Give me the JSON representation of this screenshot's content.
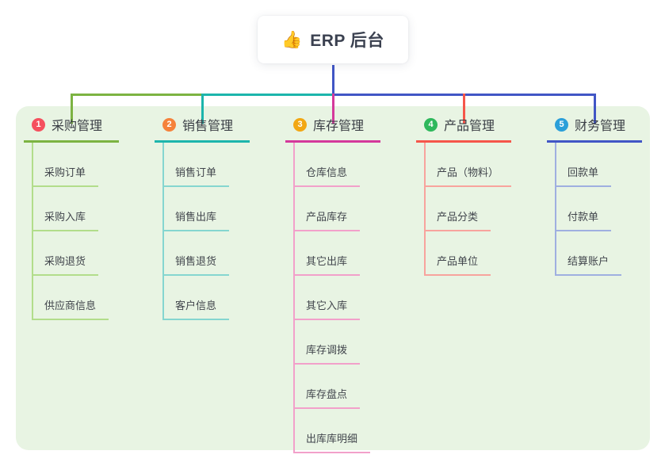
{
  "root": {
    "emoji": "👍",
    "icon": "thumbs-up-icon",
    "title": "ERP 后台"
  },
  "connector_colors": {
    "root_drop": "#4156c5",
    "bus_left": "#7cb342",
    "bus_mid": "#1cb5ac",
    "bus_right": "#4156c5"
  },
  "branches": [
    {
      "badge": "1",
      "title": "采购管理",
      "badge_color": "#f5505e",
      "line_color": "#7cb342",
      "child_line_color": "#b2dd8b",
      "children": [
        "采购订单",
        "采购入库",
        "采购退货",
        "供应商信息"
      ]
    },
    {
      "badge": "2",
      "title": "销售管理",
      "badge_color": "#f5823b",
      "line_color": "#1cb5ac",
      "child_line_color": "#85d6d0",
      "children": [
        "销售订单",
        "销售出库",
        "销售退货",
        "客户信息"
      ]
    },
    {
      "badge": "3",
      "title": "库存管理",
      "badge_color": "#f2a713",
      "line_color": "#d4399b",
      "child_line_color": "#f2a0ca",
      "children": [
        "仓库信息",
        "产品库存",
        "其它出库",
        "其它入库",
        "库存调拨",
        "库存盘点",
        "出库库明细"
      ]
    },
    {
      "badge": "4",
      "title": "产品管理",
      "badge_color": "#2eb85c",
      "line_color": "#f5564a",
      "child_line_color": "#f8a39d",
      "children": [
        "产品（物料）",
        "产品分类",
        "产品单位"
      ]
    },
    {
      "badge": "5",
      "title": "财务管理",
      "badge_color": "#2b9fd9",
      "line_color": "#4156c5",
      "child_line_color": "#9fafe0",
      "children": [
        "回款单",
        "付款单",
        "结算账户"
      ]
    }
  ]
}
